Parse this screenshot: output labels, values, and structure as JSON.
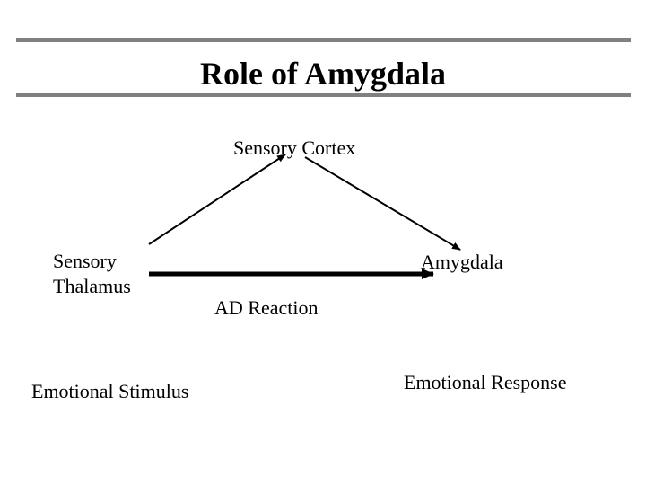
{
  "title": "Role of Amygdala",
  "nodes": {
    "sensory_cortex": "Sensory Cortex",
    "sensory_thalamus": "Sensory\nThalamus",
    "amygdala": "Amygdala",
    "ad_reaction": "AD Reaction",
    "emotional_stimulus": "Emotional Stimulus",
    "emotional_response": "Emotional Response"
  },
  "colors": {
    "rule": "#808080",
    "text": "#000000",
    "arrow": "#000000"
  }
}
